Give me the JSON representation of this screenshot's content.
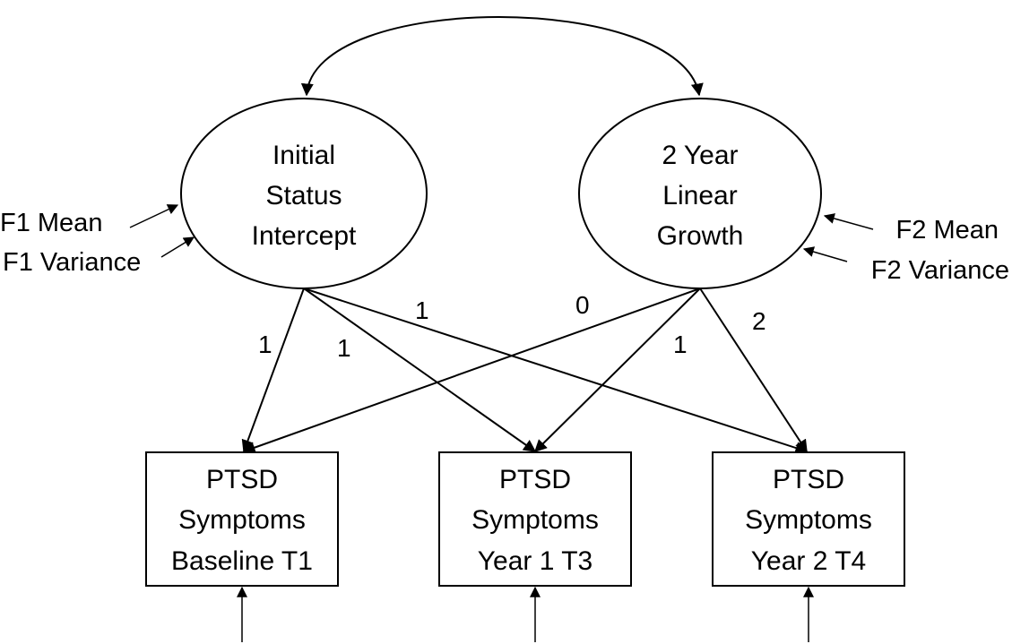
{
  "latent_factors": [
    {
      "id": "intercept",
      "lines": [
        "Initial",
        "Status",
        "Intercept"
      ]
    },
    {
      "id": "slope",
      "lines": [
        "2 Year",
        "Linear",
        "Growth"
      ]
    }
  ],
  "indicators": [
    {
      "id": "t1",
      "lines": [
        "PTSD",
        "Symptoms",
        "Baseline T1"
      ]
    },
    {
      "id": "t3",
      "lines": [
        "PTSD",
        "Symptoms",
        "Year 1 T3"
      ]
    },
    {
      "id": "t4",
      "lines": [
        "PTSD",
        "Symptoms",
        "Year 2 T4"
      ]
    }
  ],
  "side_labels": {
    "f1_mean": "F1 Mean",
    "f1_variance": "F1 Variance",
    "f2_mean": "F2 Mean",
    "f2_variance": "F2 Variance"
  },
  "loadings": {
    "intercept": [
      "1",
      "1",
      "1"
    ],
    "slope": [
      "0",
      "1",
      "2"
    ]
  },
  "colors": {
    "stroke": "#000000",
    "background": "#ffffff"
  }
}
